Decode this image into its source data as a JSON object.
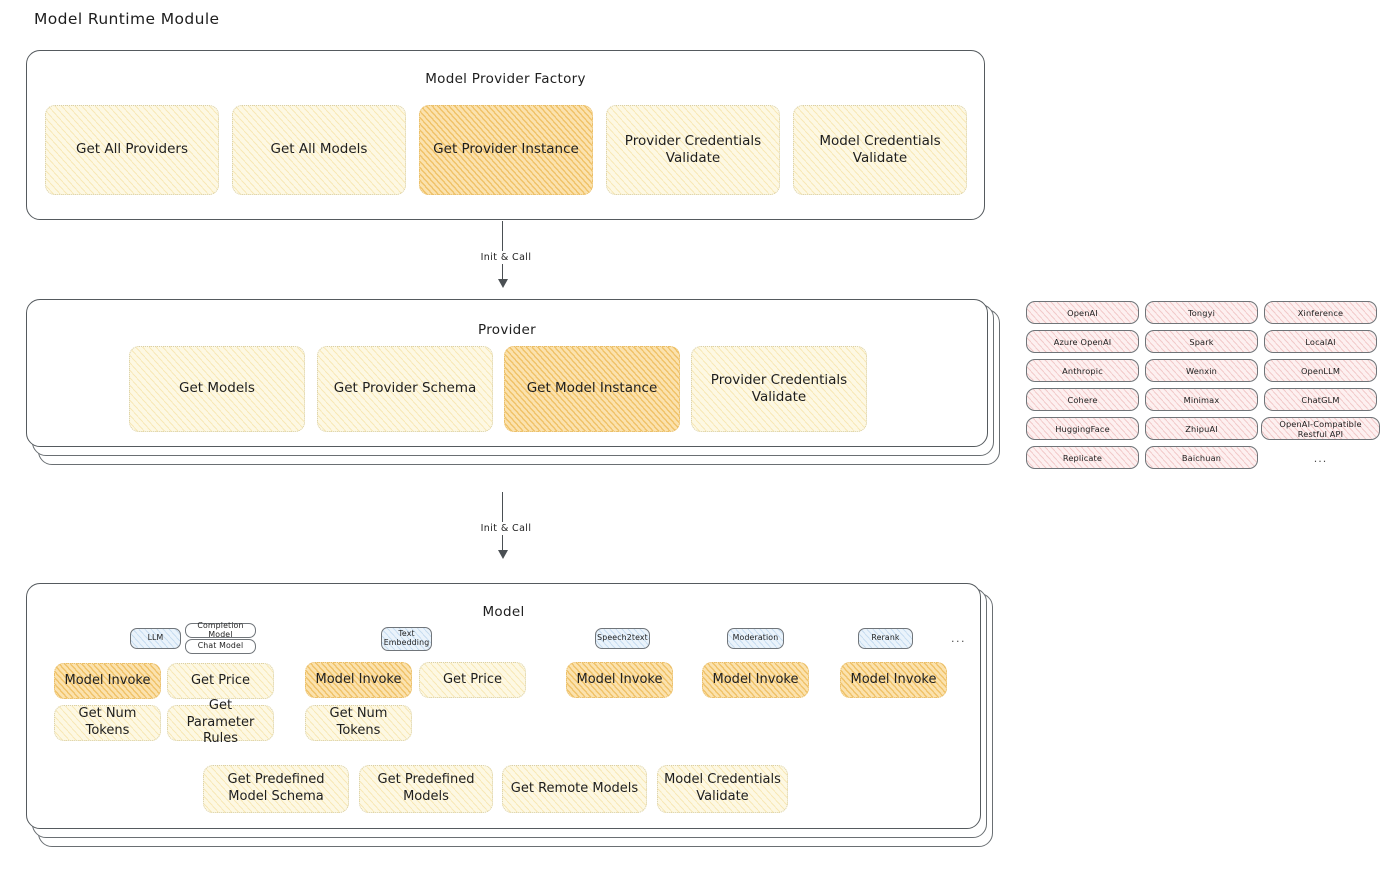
{
  "page": {
    "title": "Model Runtime Module"
  },
  "factory": {
    "title": "Model Provider Factory",
    "boxes": [
      {
        "label": "Get All Providers",
        "highlight": false
      },
      {
        "label": "Get All Models",
        "highlight": false
      },
      {
        "label": "Get Provider Instance",
        "highlight": true
      },
      {
        "label": "Provider Credentials Validate",
        "highlight": false
      },
      {
        "label": "Model Credentials Validate",
        "highlight": false
      }
    ]
  },
  "arrows": [
    {
      "label": "Init & Call"
    },
    {
      "label": "Init & Call"
    }
  ],
  "provider": {
    "title": "Provider",
    "boxes": [
      {
        "label": "Get Models",
        "highlight": false
      },
      {
        "label": "Get Provider Schema",
        "highlight": false
      },
      {
        "label": "Get Model Instance",
        "highlight": true
      },
      {
        "label": "Provider Credentials Validate",
        "highlight": false
      }
    ]
  },
  "provider_list": {
    "ellipsis": "...",
    "columns": [
      {
        "items": [
          "OpenAI",
          "Azure OpenAI",
          "Anthropic",
          "Cohere",
          "HuggingFace",
          "Replicate"
        ]
      },
      {
        "items": [
          "Tongyi",
          "Spark",
          "Wenxin",
          "Minimax",
          "ZhipuAI",
          "Baichuan"
        ]
      },
      {
        "items": [
          "Xinference",
          "LocalAI",
          "OpenLLM",
          "ChatGLM",
          "OpenAI-Compatible Restful API"
        ]
      }
    ]
  },
  "model": {
    "title": "Model",
    "ellipsis": "...",
    "types": [
      {
        "name": "LLM",
        "subtypes": [
          "Completion Model",
          "Chat Model"
        ],
        "methods": [
          {
            "label": "Model Invoke",
            "highlight": true
          },
          {
            "label": "Get Price",
            "highlight": false
          },
          {
            "label": "Get Num Tokens",
            "highlight": false
          },
          {
            "label": "Get Parameter Rules",
            "highlight": false
          }
        ]
      },
      {
        "name": "Text Embedding",
        "subtypes": [],
        "methods": [
          {
            "label": "Model Invoke",
            "highlight": true
          },
          {
            "label": "Get Price",
            "highlight": false
          },
          {
            "label": "Get Num Tokens",
            "highlight": false
          }
        ]
      },
      {
        "name": "Speech2text",
        "subtypes": [],
        "methods": [
          {
            "label": "Model Invoke",
            "highlight": true
          }
        ]
      },
      {
        "name": "Moderation",
        "subtypes": [],
        "methods": [
          {
            "label": "Model Invoke",
            "highlight": true
          }
        ]
      },
      {
        "name": "Rerank",
        "subtypes": [],
        "methods": [
          {
            "label": "Model Invoke",
            "highlight": true
          }
        ]
      }
    ],
    "common_methods": [
      {
        "label": "Get Predefined Model Schema"
      },
      {
        "label": "Get Predefined Models"
      },
      {
        "label": "Get Remote Models"
      },
      {
        "label": "Model Credentials Validate"
      }
    ]
  }
}
